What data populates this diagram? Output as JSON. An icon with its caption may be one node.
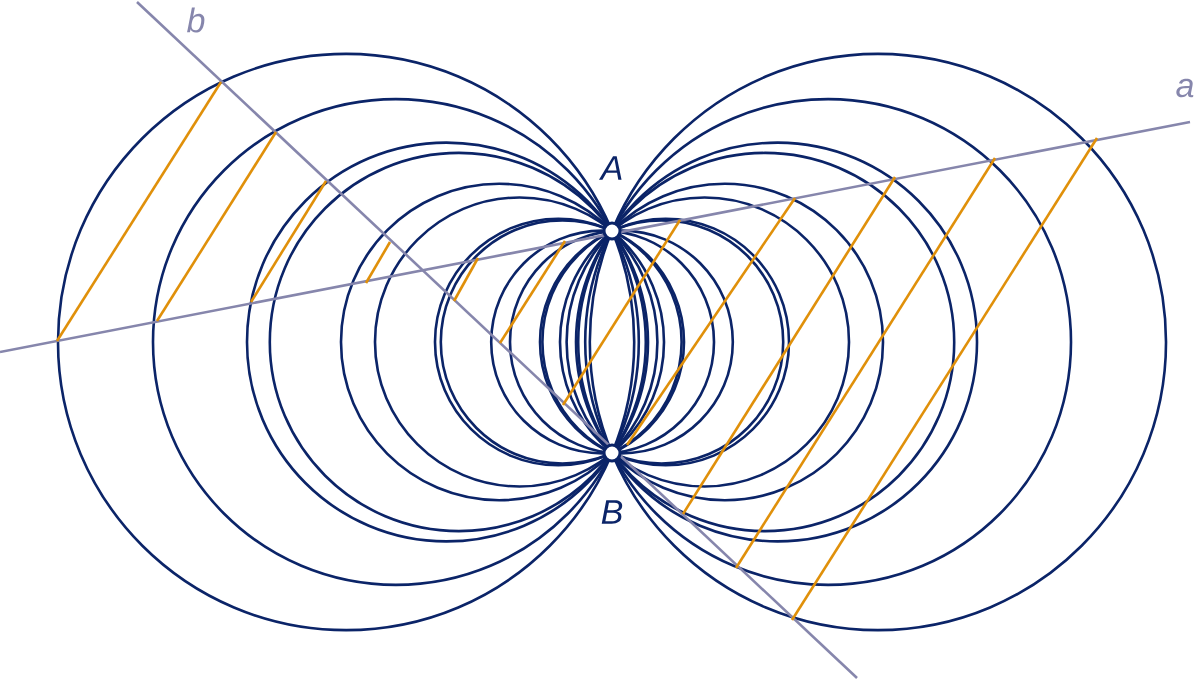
{
  "diagram": {
    "labels": [
      "b",
      "a",
      "A",
      "B"
    ]
  }
}
